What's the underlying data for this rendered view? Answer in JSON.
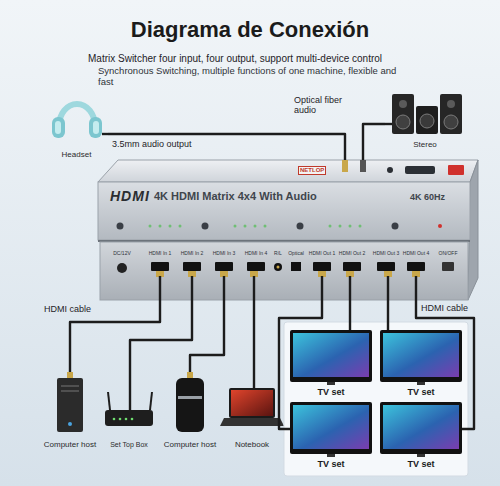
{
  "diagram": {
    "title": "Diagrama de Conexión",
    "nodes": [
      {
        "text": [
          "Headset"
        ]
      },
      {
        "text": [
          "Stereo"
        ]
      },
      {
        "text": [
          "HDMI",
          "4K HDMI Matrix 4x4 With Audio",
          "NETLOP",
          "4K 60Hz"
        ]
      },
      {
        "text": [
          "Computer host"
        ]
      },
      {
        "text": [
          "Set Top Box"
        ]
      },
      {
        "text": [
          "Computer host"
        ]
      },
      {
        "text": [
          "Notebook"
        ]
      },
      {
        "text": [
          "TV set"
        ]
      },
      {
        "text": [
          "TV set"
        ]
      },
      {
        "text": [
          "TV set"
        ]
      },
      {
        "text": [
          "TV set"
        ]
      }
    ],
    "edges": [
      {
        "from": 2,
        "to": 0,
        "arrow": "none",
        "label": "3.5mm audio output"
      },
      {
        "from": 2,
        "to": 1,
        "arrow": "none",
        "label": "Optical fiber audio"
      },
      {
        "from": 3,
        "to": 2,
        "arrow": "none"
      },
      {
        "from": 4,
        "to": 2,
        "arrow": "none"
      },
      {
        "from": 5,
        "to": 2,
        "arrow": "none"
      },
      {
        "from": 6,
        "to": 2,
        "arrow": "none"
      },
      {
        "from": 2,
        "to": 7,
        "arrow": "none"
      },
      {
        "from": 2,
        "to": 8,
        "arrow": "none"
      },
      {
        "from": 2,
        "to": 9,
        "arrow": "none"
      },
      {
        "from": 2,
        "to": 10,
        "arrow": "none"
      }
    ],
    "labels": [
      "Matrix Switcher four input, four output, support multi-device control",
      "Synchronous Switching, multiple functions of one machine, flexible and fast",
      "HDMI cable",
      "HDMI cable",
      "DC/12V",
      "HDMI In 1",
      "HDMI In 2",
      "HDMI In 3",
      "HDMI In 4",
      "R/L",
      "Optical",
      "HDMI Out 1",
      "HDMI Out 2",
      "HDMI Out 3",
      "HDMI Out 4",
      "ON/OFF"
    ]
  }
}
